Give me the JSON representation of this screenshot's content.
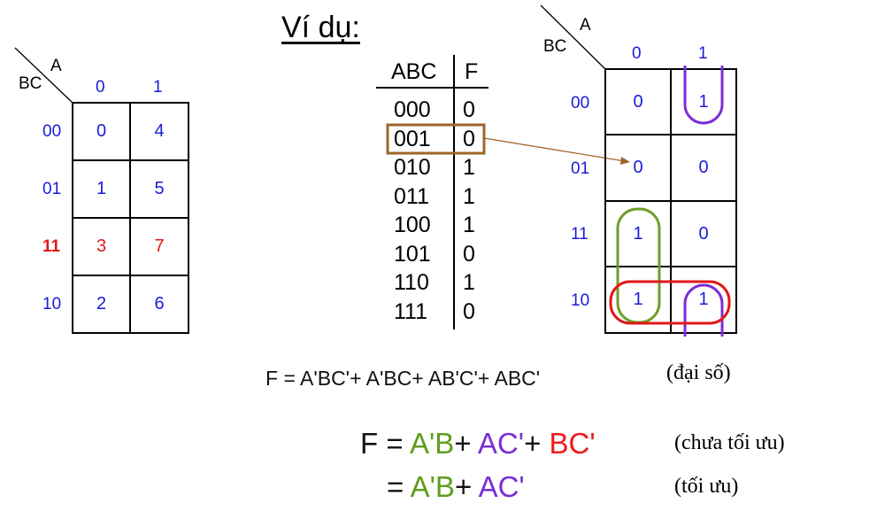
{
  "title": "Ví dụ:",
  "left_map": {
    "col_var": "A",
    "row_var": "BC",
    "cols": [
      "0",
      "1"
    ],
    "rows": [
      "00",
      "01",
      "11",
      "10"
    ],
    "cells": [
      [
        "0",
        "4"
      ],
      [
        "1",
        "5"
      ],
      [
        "3",
        "7"
      ],
      [
        "2",
        "6"
      ]
    ],
    "highlight_row": "11",
    "highlight_color": "#e01818"
  },
  "truth_table": {
    "headers": [
      "ABC",
      "F"
    ],
    "rows": [
      [
        "000",
        "0"
      ],
      [
        "001",
        "0"
      ],
      [
        "010",
        "1"
      ],
      [
        "011",
        "1"
      ],
      [
        "100",
        "1"
      ],
      [
        "101",
        "0"
      ],
      [
        "110",
        "1"
      ],
      [
        "111",
        "0"
      ]
    ],
    "highlight_row_index": 1,
    "highlight_color": "#a0652a"
  },
  "right_map": {
    "col_var": "A",
    "row_var": "BC",
    "cols": [
      "0",
      "1"
    ],
    "rows": [
      "00",
      "01",
      "11",
      "10"
    ],
    "cells": [
      [
        "0",
        "1"
      ],
      [
        "0",
        "0"
      ],
      [
        "1",
        "0"
      ],
      [
        "1",
        "1"
      ]
    ],
    "groups": [
      {
        "term": "A'B",
        "color": "#6f9e2a"
      },
      {
        "term": "AC'",
        "color": "#7a2ed6"
      },
      {
        "term": "BC'",
        "color": "#e01818"
      }
    ]
  },
  "equations": {
    "sop": "F = A'BC'+ A'BC+ AB'C'+ ABC'",
    "sop_note": "(đại số)",
    "line2_prefix": "F = ",
    "t1": "A'B",
    "plus1": "+ ",
    "t2": "AC'",
    "plus2": "+ ",
    "t3": "BC'",
    "line2_note": "(chưa tối ưu)",
    "line3_prefix": "= ",
    "t4": "A'B",
    "plus3": "+ ",
    "t5": "AC'",
    "line3_note": "(tối ưu)"
  },
  "colors": {
    "axis_blue": "#1a1adb",
    "term_green": "#5f9e1c",
    "term_purple": "#7a2ed6",
    "term_red": "#ef1a1a"
  }
}
